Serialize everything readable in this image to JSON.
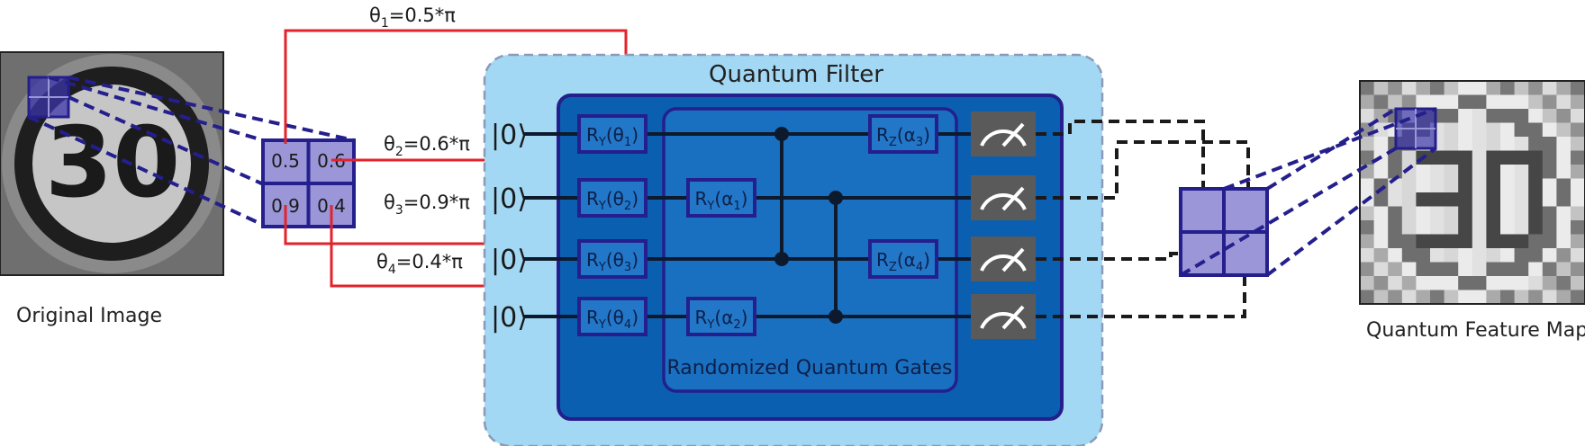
{
  "labels": {
    "original_image": "Original Image",
    "feature_map": "Quantum Feature Map",
    "filter_title": "Quantum Filter",
    "random_gates": "Randomized Quantum Gates",
    "ket": "|0⟩"
  },
  "patch_values": [
    "0.5",
    "0.6",
    "0.9",
    "0.4"
  ],
  "thetas": [
    {
      "prefix": "θ",
      "sub": "1",
      "rest": "=0.5*π"
    },
    {
      "prefix": "θ",
      "sub": "2",
      "rest": "=0.6*π"
    },
    {
      "prefix": "θ",
      "sub": "3",
      "rest": "=0.9*π"
    },
    {
      "prefix": "θ",
      "sub": "4",
      "rest": "=0.4*π"
    }
  ],
  "encoding_gates": [
    {
      "base": "R",
      "axis": "Y",
      "arg": "θ",
      "argsub": "1"
    },
    {
      "base": "R",
      "axis": "Y",
      "arg": "θ",
      "argsub": "2"
    },
    {
      "base": "R",
      "axis": "Y",
      "arg": "θ",
      "argsub": "3"
    },
    {
      "base": "R",
      "axis": "Y",
      "arg": "θ",
      "argsub": "4"
    }
  ],
  "random_gate_items": [
    {
      "base": "R",
      "axis": "Y",
      "arg": "α",
      "argsub": "1",
      "wire": 2
    },
    {
      "base": "R",
      "axis": "Y",
      "arg": "α",
      "argsub": "2",
      "wire": 4
    },
    {
      "base": "R",
      "axis": "Z",
      "arg": "α",
      "argsub": "3",
      "wire": 1
    },
    {
      "base": "R",
      "axis": "Z",
      "arg": "α",
      "argsub": "4",
      "wire": 3
    }
  ],
  "colors": {
    "light_blue": "#a3d8f4",
    "dark_blue": "#0a5fb0",
    "inner_blue": "#1a70c0",
    "gate_fill": "#2277c8",
    "gate_border": "#241f8c",
    "patch_fill": "#9a96d8",
    "patch_border": "#241f8c",
    "arrow_red": "#e3232b",
    "meter_gray": "#5a5a5a"
  }
}
